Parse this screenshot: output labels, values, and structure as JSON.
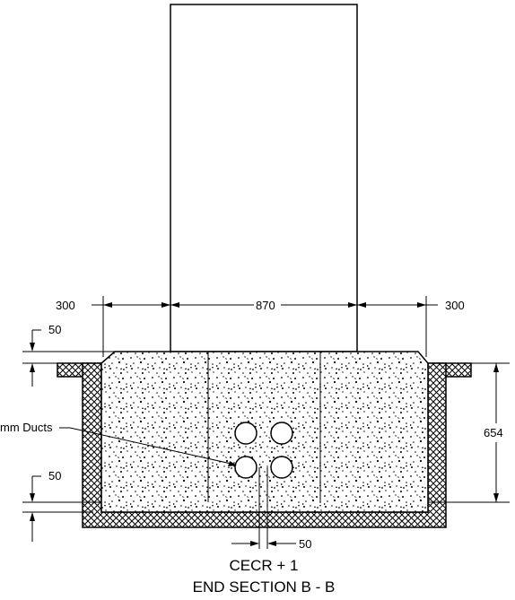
{
  "dimensions": {
    "left_width": "300",
    "middle_width": "870",
    "right_width": "300",
    "top_offset": "50",
    "bottom_offset": "50",
    "depth": "654",
    "duct_spacing": "50"
  },
  "callout": {
    "ducts_label": "mm Ducts"
  },
  "title": {
    "line1": "CECR + 1",
    "line2": "END SECTION B - B"
  },
  "colors": {
    "ink": "#000000",
    "background": "#ffffff"
  }
}
